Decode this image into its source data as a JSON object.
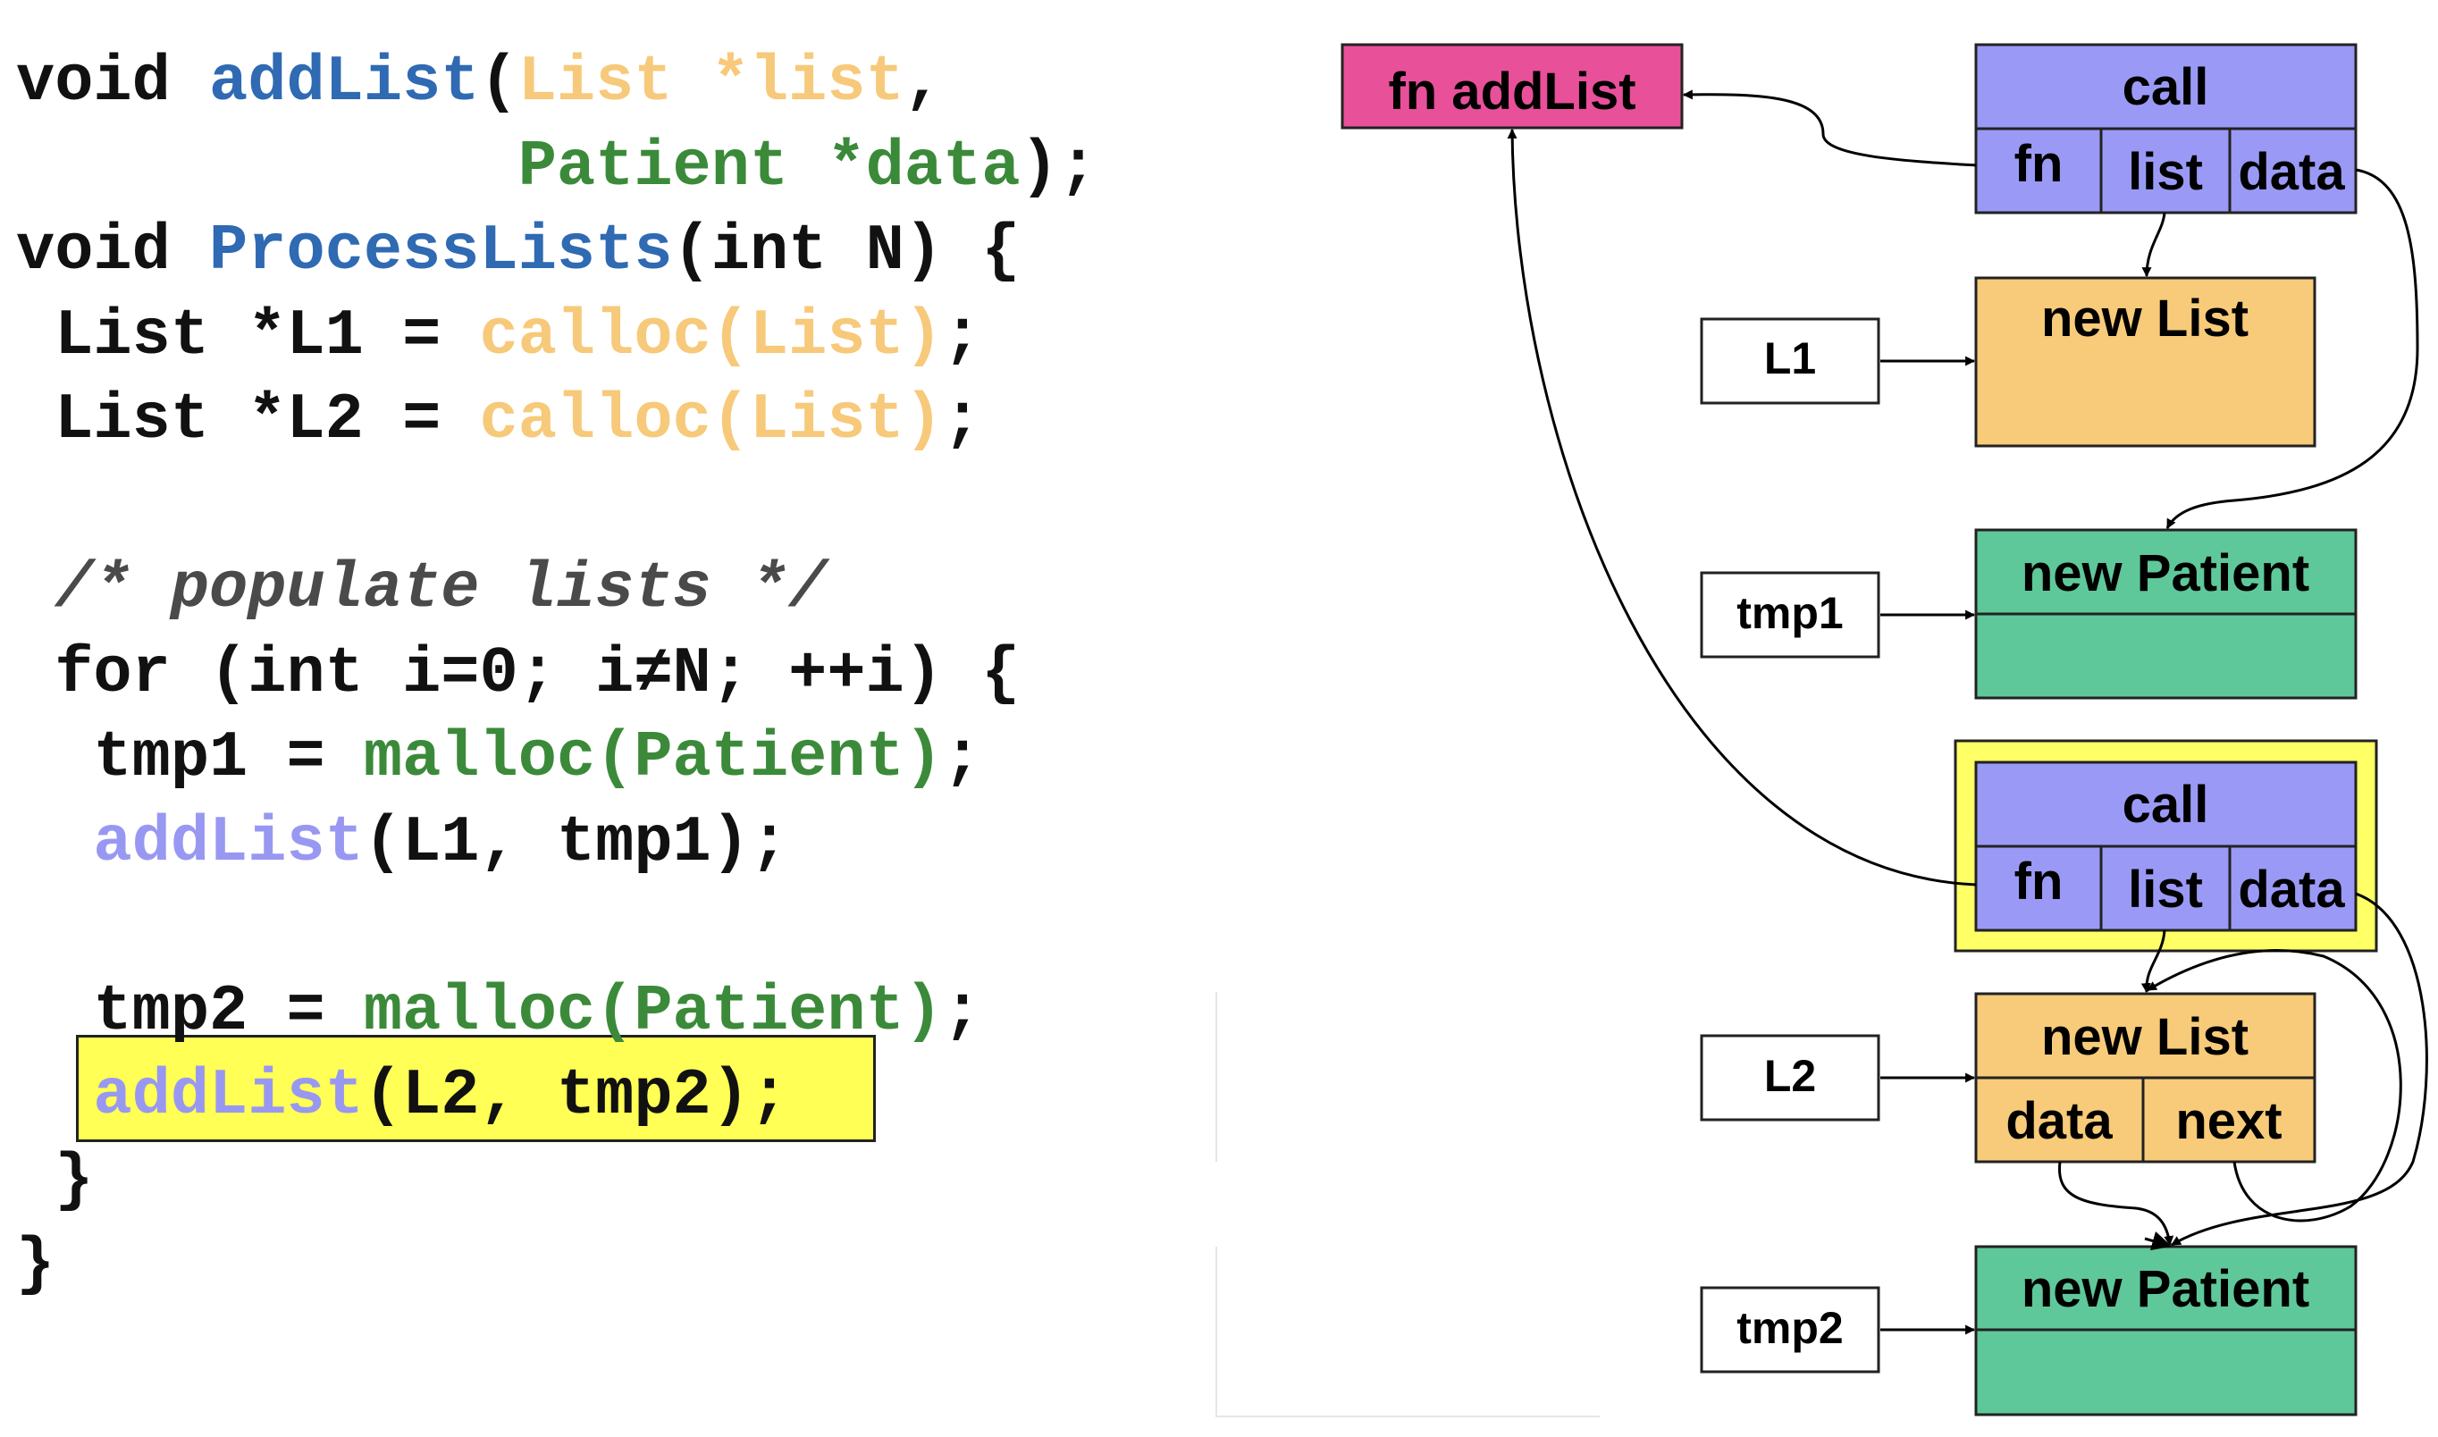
{
  "code": {
    "line1": {
      "a": "void ",
      "fn": "addList",
      "b": "(",
      "p1": "List *list",
      "c": ","
    },
    "line2": {
      "p2": "Patient *data",
      "end": ");"
    },
    "line3": {
      "a": "void ",
      "fn": "ProcessLists",
      "b": "(int N) {"
    },
    "line4": {
      "a": " List *L1 = ",
      "call": "calloc(List)",
      "end": ";"
    },
    "line5": {
      "a": " List *L2 = ",
      "call": "calloc(List)",
      "end": ";"
    },
    "line6": {
      "comment": " /* populate lists */"
    },
    "line7": {
      "text": " for (int i=0; i≠N; ++i) {"
    },
    "line8": {
      "a": "  tmp1 = ",
      "call": "malloc(Patient)",
      "end": ";"
    },
    "line9": {
      "fn": "addList",
      "args": "(L1, tmp1);"
    },
    "line10": {
      "a": "  tmp2 = ",
      "call": "malloc(Patient)",
      "end": ";"
    },
    "line11": {
      "fn": "addList",
      "args": "(L2, tmp2);"
    },
    "line12": {
      "text": " }"
    },
    "line13": {
      "text": "}"
    }
  },
  "diagram": {
    "fn_box": "fn addList",
    "call1": {
      "title": "call",
      "fn": "fn",
      "list": "list",
      "data": "data"
    },
    "list1": {
      "title": "new List"
    },
    "l1": "L1",
    "patient1": {
      "title": "new Patient"
    },
    "tmp1": "tmp1",
    "call2": {
      "title": "call",
      "fn": "fn",
      "list": "list",
      "data": "data"
    },
    "list2": {
      "title": "new List",
      "data": "data",
      "next": "next"
    },
    "l2": "L2",
    "patient2": {
      "title": "new Patient"
    },
    "tmp2": "tmp2"
  },
  "colors": {
    "fn_box": "#e8509a",
    "call_box": "#9a9af6",
    "list_box": "#f7cb79",
    "patient_box": "#5fc89a",
    "highlight": "#ffff66"
  }
}
